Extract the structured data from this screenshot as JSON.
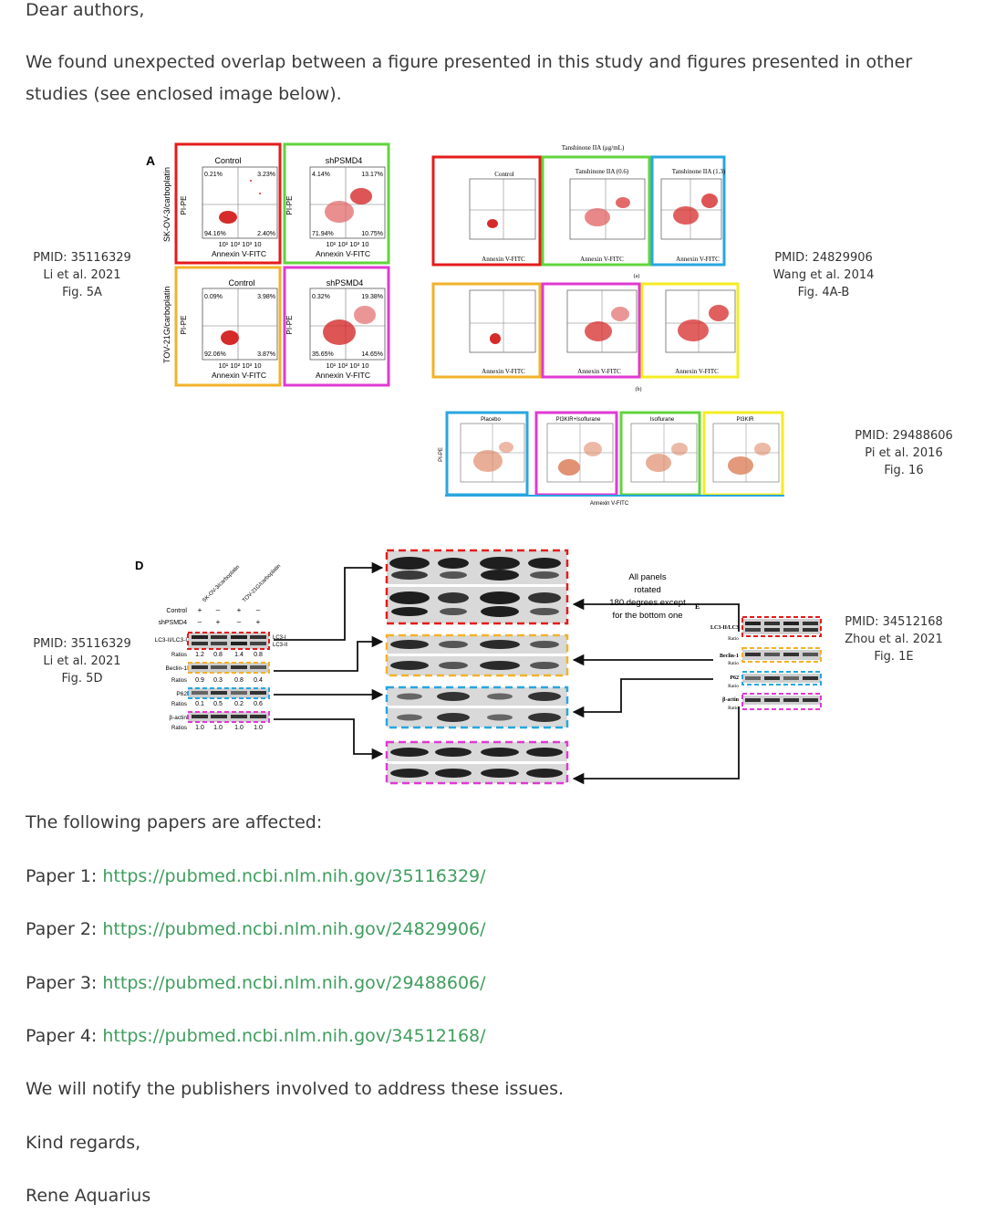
{
  "letter": {
    "greeting": "Dear authors,",
    "intro": "We found unexpected overlap between a figure presented in this study and figures presented in other studies (see enclosed image below).",
    "affected": "The following papers are affected:",
    "papers": [
      {
        "label": "Paper 1:",
        "url": "https://pubmed.ncbi.nlm.nih.gov/35116329/"
      },
      {
        "label": "Paper 2:",
        "url": "https://pubmed.ncbi.nlm.nih.gov/24829906/"
      },
      {
        "label": "Paper 3:",
        "url": "https://pubmed.ncbi.nlm.nih.gov/29488606/"
      },
      {
        "label": "Paper 4:",
        "url": "https://pubmed.ncbi.nlm.nih.gov/34512168/"
      }
    ],
    "notify": "We will notify the publishers involved to address these issues.",
    "regards": "Kind regards,",
    "signature": "Rene Aquarius"
  },
  "figure": {
    "captions": {
      "li5a": [
        "PMID: 35116329",
        "Li et al. 2021",
        "Fig. 5A"
      ],
      "wang": [
        "PMID: 24829906",
        "Wang et al. 2014",
        "Fig. 4A-B"
      ],
      "pi": [
        "PMID: 29488606",
        "Pi et al. 2016",
        "Fig. 16"
      ],
      "li5d": [
        "PMID: 35116329",
        "Li et al. 2021",
        "Fig. 5D"
      ],
      "zhou": [
        "PMID:  34512168",
        "Zhou et al. 2021",
        "Fig. 1E"
      ]
    },
    "panel_a": {
      "letter": "A",
      "row_labels": [
        "SK-OV-3/carboplatin",
        "TOV-21G/carboplatin"
      ],
      "y_axis": "PI-PE",
      "x_axis": "Annexin V-FITC",
      "ticks": "10¹  10²  10³  10",
      "plots": [
        {
          "title": "Control",
          "ul": "0.21%",
          "ur": "3.23%",
          "ll": "94.16%",
          "lr": "2.40%"
        },
        {
          "title": "shPSMD4",
          "ul": "4.14%",
          "ur": "13.17%",
          "ll": "71.94%",
          "lr": "10.75%"
        },
        {
          "title": "Control",
          "ul": "0.09%",
          "ur": "3.98%",
          "ll": "92.06%",
          "lr": "3.87%"
        },
        {
          "title": "shPSMD4",
          "ul": "0.32%",
          "ur": "19.38%",
          "ll": "35.65%",
          "lr": "14.65%"
        }
      ]
    },
    "panel_wang": {
      "header": "Tanshinone IIA (μg/mL)",
      "titles": [
        "Control",
        "Tanshinone IIA (0.6)",
        "Tanshinone IIA (1.3)"
      ],
      "x_axis": "Annexin V-FITC",
      "sub_a": "(a)",
      "sub_b": "(b)"
    },
    "panel_pi": {
      "titles": [
        "Placebo",
        "PI3KIR+Isoflurane",
        "Isoflurane",
        "PI3KIR"
      ],
      "x_axis": "Annexin V-FITC",
      "y_axis": "PI-PE"
    },
    "panel_d": {
      "letter": "D",
      "col_labels": [
        "SK-OV-3/carboplatin",
        "TOV-21G/carboplatin"
      ],
      "rows": [
        "Control",
        "shPSMD4"
      ],
      "signs_control": [
        "+",
        "–",
        "+",
        "–"
      ],
      "signs_sh": [
        "–",
        "+",
        "–",
        "+"
      ],
      "bands": [
        "LC3-II/LC3-I",
        "Beclin-1",
        "P62",
        "β-actin"
      ],
      "ratio_label": "Ratios",
      "lc3_markers": [
        "LC3-I",
        "LC3-II"
      ],
      "ratios": [
        [
          "1.2",
          "0.8",
          "1.4",
          "0.8"
        ],
        [
          "0.9",
          "0.3",
          "0.8",
          "0.4"
        ],
        [
          "0.1",
          "0.5",
          "0.2",
          "0.6"
        ],
        [
          "1.0",
          "1.0",
          "1.0",
          "1.0"
        ]
      ]
    },
    "note": [
      "All panels",
      "rotated",
      "180 degrees except",
      "for the bottom one"
    ],
    "panel_e": {
      "letter": "E",
      "bands": [
        "LC3-II/LC3",
        "Beclin-1",
        "P62",
        "β-actin"
      ],
      "ratio_label": "Ratio"
    },
    "colors": {
      "red": "#e41b1b",
      "green": "#62d43c",
      "cyan": "#28a6df",
      "yellow": "#f2b22a",
      "magenta": "#e03ad3",
      "lemon": "#f4ec22",
      "link": "#3f9e5e"
    }
  }
}
